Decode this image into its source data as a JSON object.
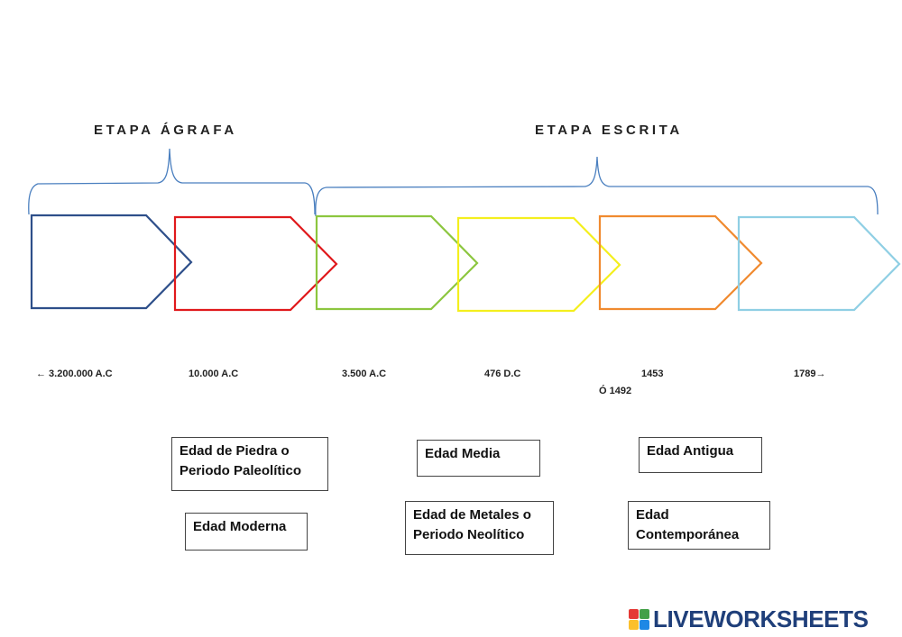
{
  "headings": {
    "agrafa": "ETAPA ÁGRAFA",
    "escrita": "ETAPA ESCRITA"
  },
  "dates": [
    "← 3.200.000 A.C",
    "10.000 A.C",
    "3.500 A.C",
    "476 D.C",
    "1453",
    "Ó 1492",
    "1789→"
  ],
  "arrow_colors": [
    "#2e4f8a",
    "#e0191c",
    "#8cc63f",
    "#f4ef1e",
    "#f08a2f",
    "#8fcfe4"
  ],
  "bracket_color": "#4a7fbf",
  "cards": [
    {
      "lines": [
        "Edad de Piedra o",
        "Periodo Paleolítico"
      ]
    },
    {
      "lines": [
        "Edad Media"
      ]
    },
    {
      "lines": [
        "Edad Antigua"
      ]
    },
    {
      "lines": [
        "Edad Moderna"
      ]
    },
    {
      "lines": [
        "Edad de Metales o",
        "Periodo Neolítico"
      ]
    },
    {
      "lines": [
        "Edad",
        "Contemporánea"
      ]
    }
  ],
  "brand": {
    "name": "LIVEWORKSHEETS",
    "icon_colors": [
      "#e53935",
      "#43a047",
      "#fbc02d",
      "#1e88e5"
    ]
  }
}
